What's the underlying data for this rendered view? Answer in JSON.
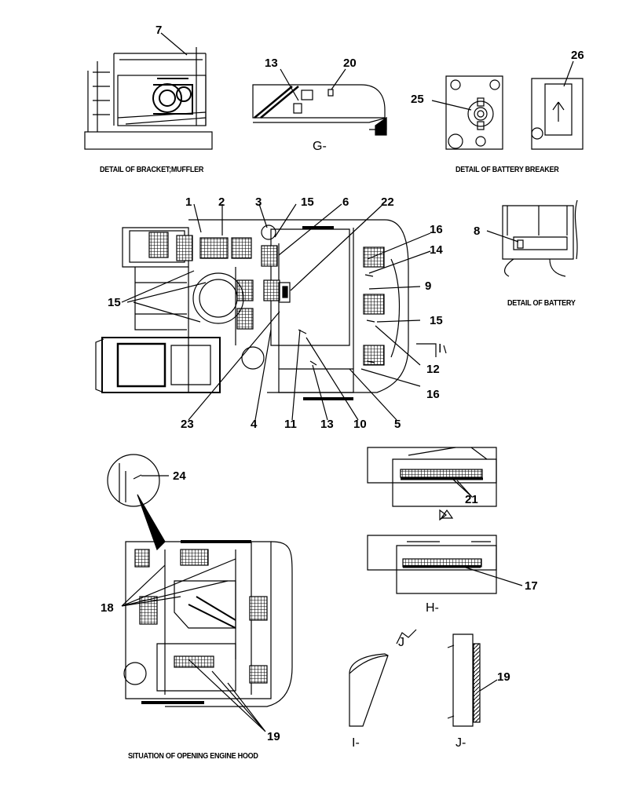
{
  "captions": {
    "bracket_muffler": "DETAIL OF BRACKET;MUFFLER",
    "battery_breaker": "DETAIL OF BATTERY BREAKER",
    "battery": "DETAIL OF BATTERY",
    "opening_hood": "SITUATION OF OPENING ENGINE HOOD"
  },
  "view_labels": {
    "g": "G-",
    "h": "H-",
    "i": "I-",
    "j": "J-",
    "i_arrow": "I",
    "j_arrow": "J"
  },
  "callouts": {
    "n1": "1",
    "n2": "2",
    "n3": "3",
    "n4": "4",
    "n5": "5",
    "n6": "6",
    "n7": "7",
    "n8": "8",
    "n9": "9",
    "n10": "10",
    "n11": "11",
    "n12": "12",
    "n13": "13",
    "n13b": "13",
    "n14": "14",
    "n15a": "15",
    "n15b": "15",
    "n15c": "15",
    "n16a": "16",
    "n16b": "16",
    "n17": "17",
    "n18": "18",
    "n19a": "19",
    "n19b": "19",
    "n20": "20",
    "n21": "21",
    "n22": "22",
    "n23": "23",
    "n24": "24",
    "n25": "25",
    "n26": "26"
  }
}
